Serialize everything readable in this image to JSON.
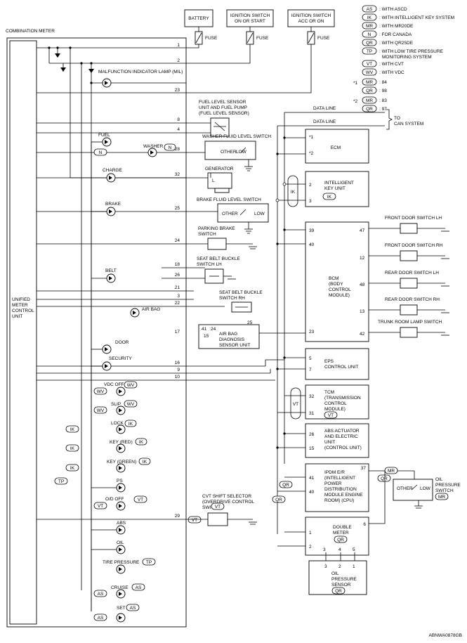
{
  "legend": [
    {
      "code": "AS",
      "text": ": WITH ASCD"
    },
    {
      "code": "IK",
      "text": ": WITH INTELLIGENT KEY SYSTEM"
    },
    {
      "code": "MR",
      "text": ": WITH MR20DE"
    },
    {
      "code": "N",
      "text": ": FOR CANADA"
    },
    {
      "code": "QR",
      "text": ": WITH QR25DE"
    },
    {
      "code": "TP",
      "text": ": WITH LOW TIRE PRESSURE"
    },
    {
      "code": "",
      "text": "MONITORING SYSTEM"
    },
    {
      "code": "VT",
      "text": ": WITH CVT"
    },
    {
      "code": "WV",
      "text": ": WITH VDC"
    }
  ],
  "legend_notes": [
    {
      "star": "*1",
      "code": "MR",
      "text": ": 84"
    },
    {
      "star": "",
      "code": "QR",
      "text": ": 98"
    },
    {
      "star": "*2",
      "code": "MR",
      "text": ": 83"
    },
    {
      "star": "",
      "code": "QR",
      "text": ": 97"
    }
  ],
  "power": {
    "battery": "BATTERY",
    "ign1": [
      "IGNITION SWITCH",
      "ON OR START"
    ],
    "ign2": [
      "IGNITION SWITCH",
      "ACC OR ON"
    ],
    "fuse": "FUSE"
  },
  "meter": {
    "title": "COMBINATION METER",
    "unit": [
      "UNIFIED",
      "METER",
      "CONTROL",
      "UNIT"
    ],
    "mil": "MALFUNCTION INDICATOR LAMP (MIL)",
    "pins": [
      "1",
      "2",
      "23",
      "8",
      "4",
      "28",
      "32",
      "25",
      "24",
      "18",
      "26",
      "21",
      "3",
      "22",
      "17",
      "15",
      "16",
      "9",
      "10",
      "29"
    ],
    "lamps": [
      {
        "label": "FUEL",
        "code": ""
      },
      {
        "label": "WASHER",
        "code": "N"
      },
      {
        "label": "CHARGE",
        "code": ""
      },
      {
        "label": "BRAKE",
        "code": ""
      },
      {
        "label": "BELT",
        "code": ""
      },
      {
        "label": "AIR BAG",
        "code": ""
      },
      {
        "label": "DOOR",
        "code": ""
      },
      {
        "label": "SECURITY",
        "code": ""
      },
      {
        "label": "VDC OFF",
        "code": "WV"
      },
      {
        "label": "SLIP",
        "code": "WV"
      },
      {
        "label": "LOCK",
        "code": "IK"
      },
      {
        "label": "KEY (RED)",
        "code": "IK"
      },
      {
        "label": "KEY (GREEN)",
        "code": "IK"
      },
      {
        "label": "PS",
        "code": ""
      },
      {
        "label": "O/D OFF",
        "code": "VT"
      },
      {
        "label": "ABS",
        "code": ""
      },
      {
        "label": "OIL",
        "code": ""
      },
      {
        "label": "TIRE PRESSURE",
        "code": "TP"
      },
      {
        "label": "CRUISE",
        "code": "AS"
      },
      {
        "label": "SET",
        "code": "AS"
      }
    ],
    "branch_codes": [
      "N",
      "WV",
      "WV",
      "IK",
      "IK",
      "IK",
      "TP",
      "VT",
      "AS",
      "AS"
    ]
  },
  "components": {
    "fuel_sensor": [
      "FUEL LEVEL SENSOR",
      "UNIT AND FUEL PUMP",
      "(FUEL LEVEL SENSOR)"
    ],
    "washer_switch": "WASHER FLUID LEVEL SWITCH",
    "generator": "GENERATOR",
    "generator_terminal": "L",
    "brake_switch": "BRAKE FLUID LEVEL SWITCH",
    "other": "OTHER",
    "low": "LOW",
    "parking": [
      "PARKING BRAKE",
      "SWITCH"
    ],
    "buckle_lh": [
      "SEAT BELT BUCKLE",
      "SWITCH LH"
    ],
    "buckle_rh": [
      "SEAT BELT BUCKLE",
      "SWITCH RH"
    ],
    "buckle_rh_pin": "25",
    "airbag": [
      "AIR BAG",
      "DIAGNOSIS",
      "SENSOR UNIT"
    ],
    "airbag_pins": [
      "41",
      "24",
      "15"
    ],
    "cvt": [
      "CVT SHIFT SELECTOR",
      "(OVERDRIVE CONTROL",
      "SWITCH)"
    ],
    "cvt_code": "VT",
    "cvt_wire_code": "VT"
  },
  "right": {
    "data_line": "DATA LINE",
    "to_can": [
      "TO",
      "CAN SYSTEM"
    ],
    "ecm": "ECM",
    "ecm_stars": [
      "*1",
      "*2"
    ],
    "ik_unit": [
      "INTELLIGENT",
      "KEY UNIT"
    ],
    "ik_code": "IK",
    "ik_pins": [
      "2",
      "3"
    ],
    "bcm": [
      "BCM",
      "(BODY",
      "CONTROL",
      "MODULE)"
    ],
    "bcm_left_pins": [
      "39",
      "40",
      "23"
    ],
    "bcm_right_pins": [
      "47",
      "12",
      "48",
      "13",
      "42"
    ],
    "door_switches": [
      "FRONT DOOR SWITCH LH",
      "FRONT DOOR SWITCH RH",
      "REAR DOOR SWITCH LH",
      "REAR DOOR SWITCH RH",
      "TRUNK ROOM LAMP SWITCH"
    ],
    "eps": [
      "EPS",
      "CONTROL UNIT"
    ],
    "eps_pins": [
      "5",
      "7"
    ],
    "tcm": [
      "TCM",
      "(TRANSMISSION",
      "CONTROL",
      "MODULE)"
    ],
    "tcm_pins": [
      "32",
      "31"
    ],
    "tcm_code": "VT",
    "abs": [
      "ABS ACTUATOR",
      "AND ELECTRIC",
      "UNIT",
      "(CONTROL UNIT)"
    ],
    "abs_pins": [
      "26",
      "15"
    ],
    "ipdm": [
      "IPDM E/R",
      "(INTELLIGENT",
      "POWER",
      "DISTRIBUTION",
      "MODULE ENGINE",
      "ROOM) (CPU)"
    ],
    "ipdm_pins": [
      "41",
      "40",
      "37"
    ],
    "qr_tag": "QR",
    "mr_tag": "MR",
    "oil_switch": [
      "OIL",
      "PRESSURE",
      "SWITCH"
    ],
    "double_meter": [
      "DOUBLE",
      "METER"
    ],
    "double_pins": [
      "1",
      "2",
      "3",
      "4",
      "5",
      "6"
    ],
    "oil_sensor": [
      "OIL",
      "PRESSURE",
      "SENSOR"
    ],
    "oil_sensor_pins": [
      "3",
      "2",
      "1"
    ],
    "vt_tag": "VT",
    "ik_tag": "IK"
  },
  "footer": "ABNWA0878GB"
}
